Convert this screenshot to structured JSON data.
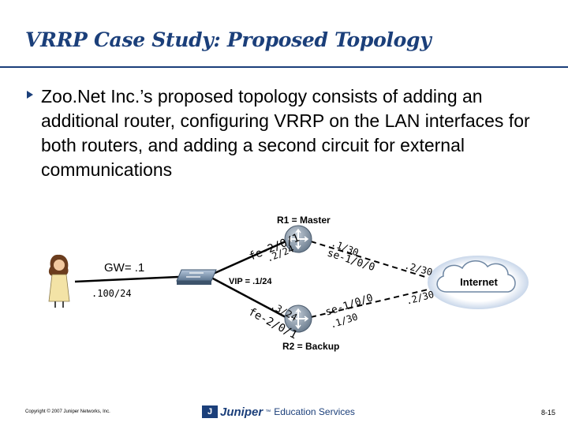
{
  "slide": {
    "title": "VRRP Case Study: Proposed Topology",
    "bullet": "Zoo.Net Inc.’s proposed topology consists of adding an additional router, configuring VRRP on the LAN interfaces for both routers, and adding a second circuit for external communications"
  },
  "diagram": {
    "r1_label": "R1 = Master",
    "r2_label": "R2 = Backup",
    "gw_label": "GW= .1",
    "lan_subnet": ".100/24",
    "vip_label": "VIP = .1/24",
    "r1_lan_if": "fe-2/0/1",
    "r1_lan_addr": ".2/24",
    "r1_wan_addr": ".1/30",
    "r1_wan_if": "se-1/0/0",
    "r1_remote_addr": ".2/30",
    "r2_lan_addr": ".3/24",
    "r2_lan_if": "fe-2/0/1",
    "r2_wan_if": "se-1/0/0",
    "r2_wan_addr": ".1/30",
    "r2_remote_addr": ".2/30",
    "cloud_label": "Internet"
  },
  "footer": {
    "copyright": "Copyright © 2007 Juniper Networks, Inc.",
    "logo_mark": "J",
    "brand": "Juniper",
    "trademark": "™",
    "tagline": "Education Services",
    "page": "8-15"
  },
  "colors": {
    "title": "#1b3f7a",
    "router_body": "#8a9aab",
    "cloud_glow": "#c9d7ea"
  }
}
